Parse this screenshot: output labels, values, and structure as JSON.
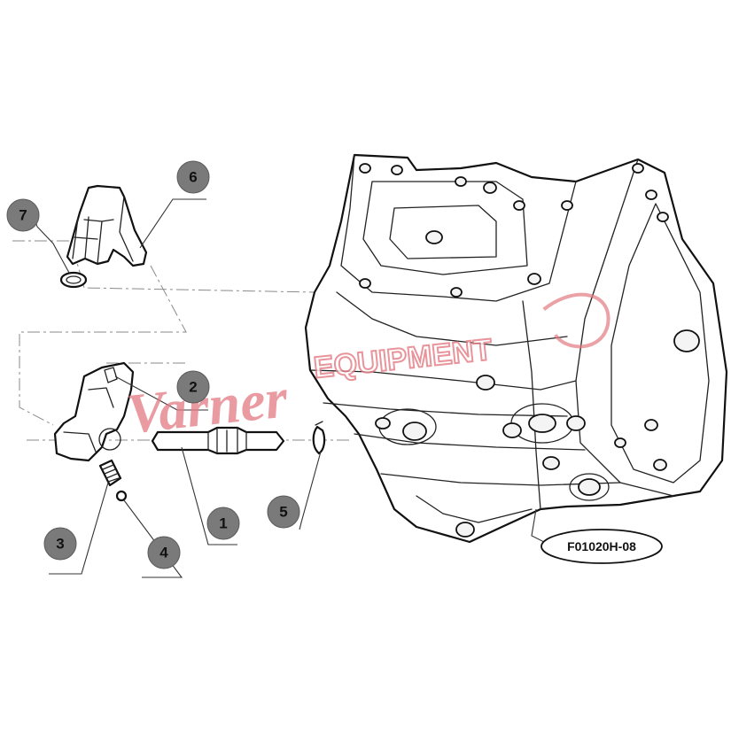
{
  "diagram": {
    "callouts": [
      {
        "id": "c1",
        "label": "1"
      },
      {
        "id": "c2",
        "label": "2"
      },
      {
        "id": "c3",
        "label": "3"
      },
      {
        "id": "c4",
        "label": "4"
      },
      {
        "id": "c5",
        "label": "5"
      },
      {
        "id": "c6",
        "label": "6"
      },
      {
        "id": "c7",
        "label": "7"
      }
    ],
    "reference_code": "F01020H-08",
    "watermark": "Varner"
  },
  "colors": {
    "callout_fill": "#7a7a7a",
    "line_art": "#111111",
    "watermark": "#e37a82"
  }
}
